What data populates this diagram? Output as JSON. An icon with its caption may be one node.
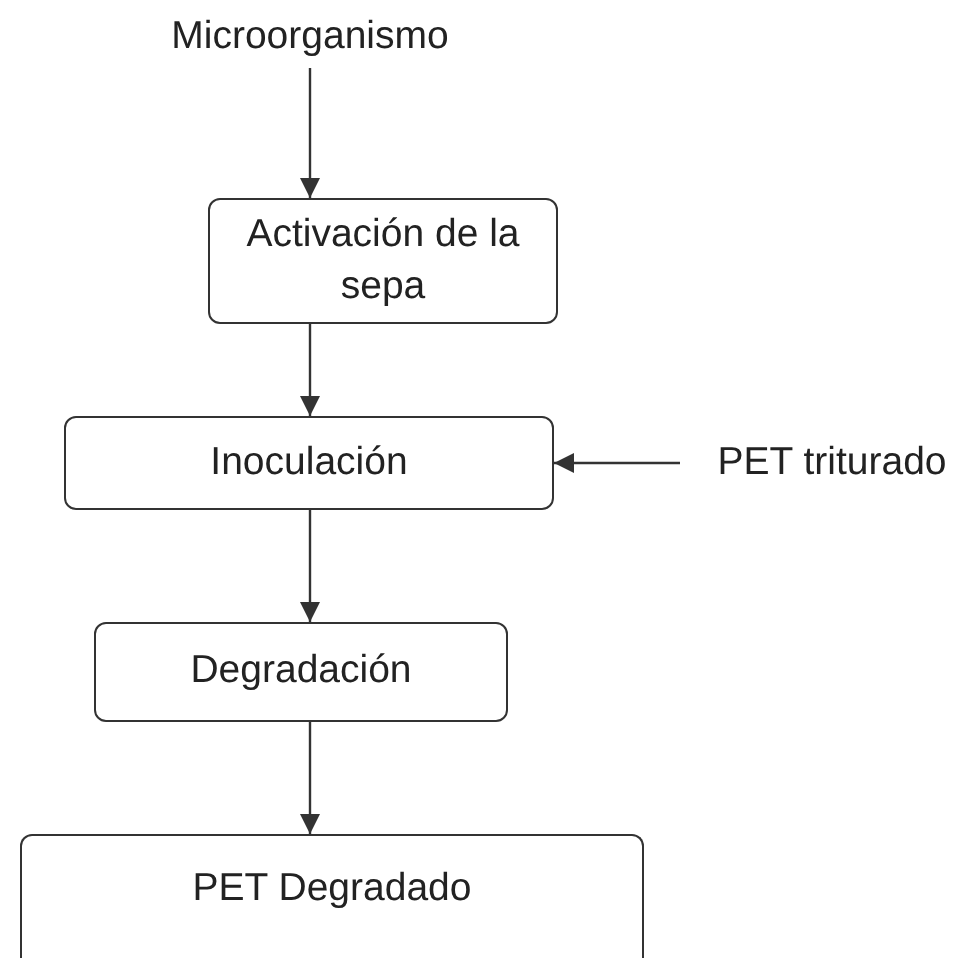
{
  "diagram": {
    "nodes": [
      {
        "text": [
          "Microorganismo"
        ]
      },
      {
        "text": [
          "Activación de la sepa"
        ]
      },
      {
        "text": [
          "Inoculación"
        ]
      },
      {
        "text": [
          "PET triturado"
        ]
      },
      {
        "text": [
          "Degradación"
        ]
      },
      {
        "text": [
          "PET Degradado"
        ]
      }
    ],
    "edges": [
      {
        "from": 0,
        "to": 1,
        "arrow": "to"
      },
      {
        "from": 1,
        "to": 2,
        "arrow": "to"
      },
      {
        "from": 3,
        "to": 2,
        "arrow": "to"
      },
      {
        "from": 2,
        "to": 4,
        "arrow": "to"
      },
      {
        "from": 4,
        "to": 5,
        "arrow": "to"
      }
    ]
  }
}
